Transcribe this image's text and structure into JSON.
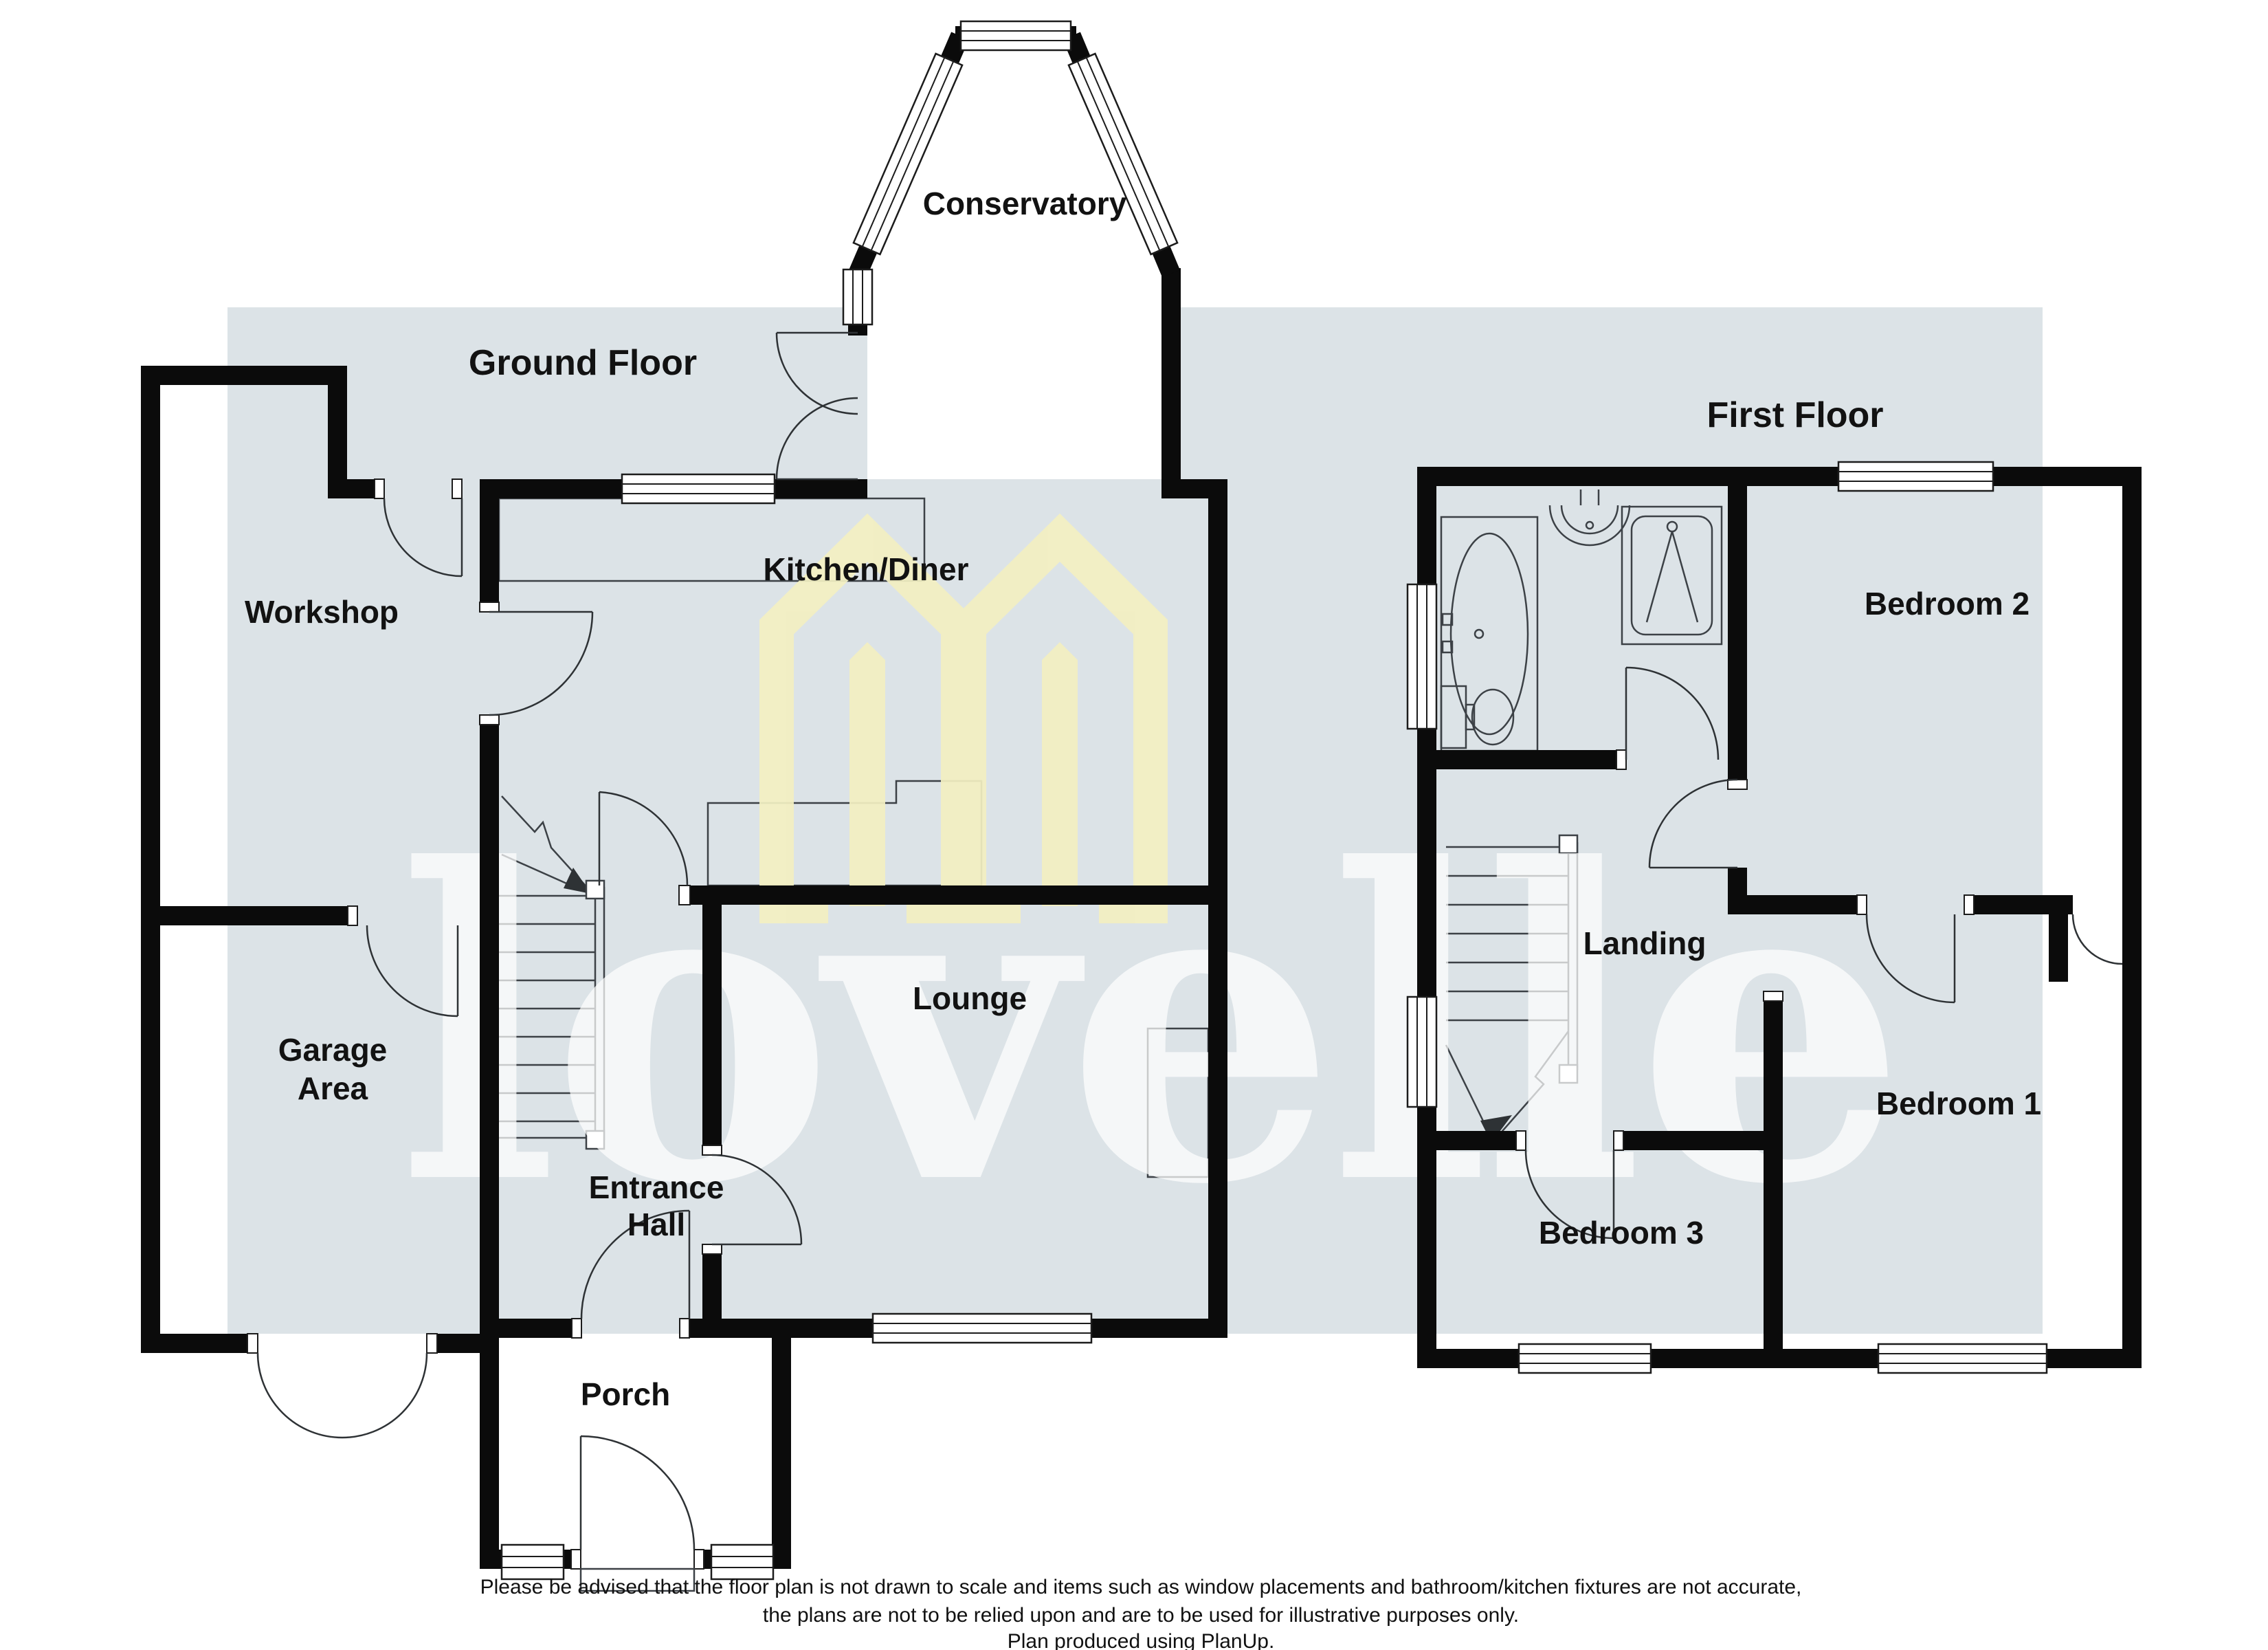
{
  "theme": {
    "background": "#ffffff",
    "panel_color": "#dce3e7",
    "wall_color": "#0b0b0b",
    "fixture_line_color": "#3c4146",
    "label_color": "#121212",
    "watermark_logo_color": "#f3f0c2",
    "watermark_text_color": "#ffffff"
  },
  "watermark": {
    "text": "lovelle",
    "logo": "double-house-logo"
  },
  "floors": {
    "ground": {
      "title": "Ground Floor",
      "rooms": {
        "conservatory": "Conservatory",
        "workshop": "Workshop",
        "kitchen_diner": "Kitchen/Diner",
        "garage_line1": "Garage",
        "garage_line2": "Area",
        "lounge": "Lounge",
        "entrance_line1": "Entrance",
        "entrance_line2": "Hall",
        "porch": "Porch"
      }
    },
    "first": {
      "title": "First Floor",
      "rooms": {
        "bedroom2": "Bedroom 2",
        "landing": "Landing",
        "bedroom3": "Bedroom 3",
        "bedroom1": "Bedroom 1"
      }
    }
  },
  "footer": {
    "line1": "Please be advised that the floor plan is not drawn to scale and items such as window placements and bathroom/kitchen fixtures are not accurate,",
    "line2": "the plans are not to be relied upon and are to be used for illustrative purposes only.",
    "line3": "Plan produced using PlanUp."
  }
}
